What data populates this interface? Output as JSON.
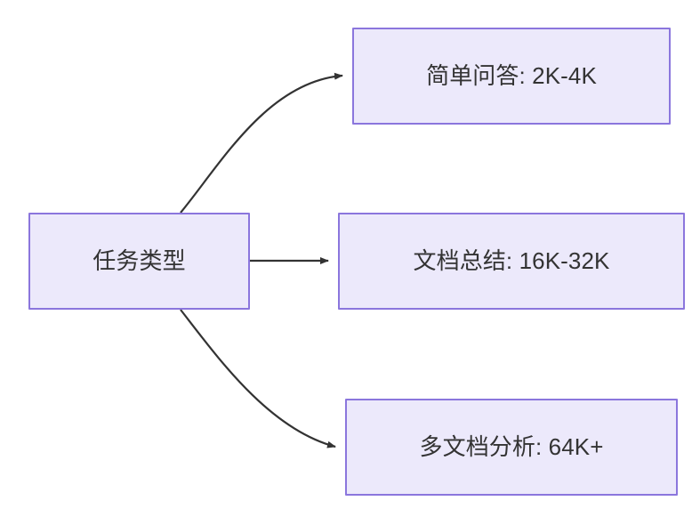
{
  "diagram": {
    "type": "flowchart",
    "direction": "left-to-right",
    "background_color": "#ffffff",
    "node_fill_color": "#ece9fb",
    "node_border_color": "#8b76dd",
    "node_text_color": "#333333",
    "edge_color": "#333333",
    "nodes": [
      {
        "id": "root",
        "label": "任务类型"
      },
      {
        "id": "simple",
        "label": "简单问答: 2K-4K"
      },
      {
        "id": "doc",
        "label": "文档总结: 16K-32K"
      },
      {
        "id": "multi",
        "label": "多文档分析: 64K+"
      }
    ],
    "edges": [
      {
        "id": "edge-root-simple",
        "from": "root",
        "to": "simple",
        "label": "",
        "shape": "curved"
      },
      {
        "id": "edge-root-doc",
        "from": "root",
        "to": "doc",
        "label": "",
        "shape": "straight"
      },
      {
        "id": "edge-root-multi",
        "from": "root",
        "to": "multi",
        "label": "",
        "shape": "curved"
      }
    ]
  }
}
